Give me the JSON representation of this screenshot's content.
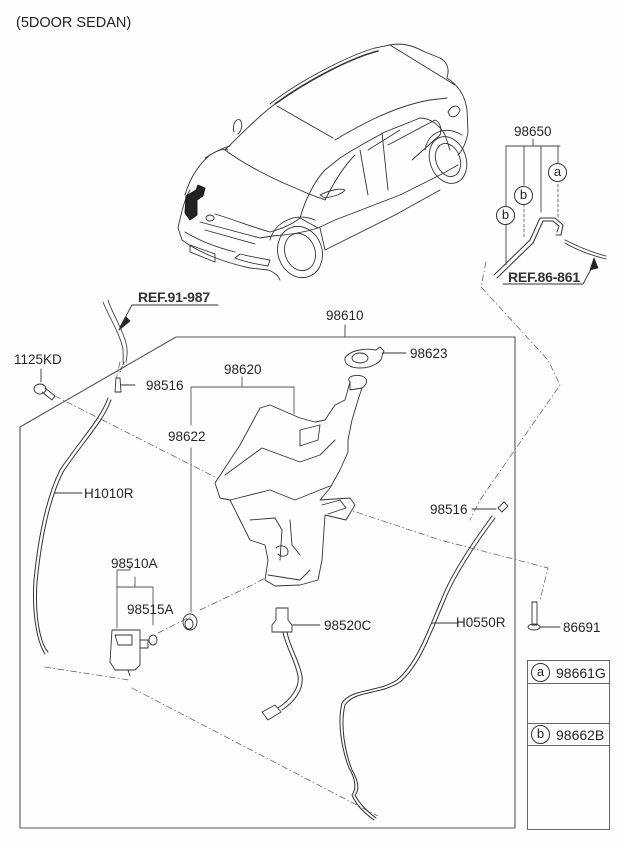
{
  "title": "(5DOOR SEDAN)",
  "references": {
    "ref_washer_left": "REF.91-987",
    "ref_hose_right": "REF.86-861"
  },
  "parts": {
    "p98650": "98650",
    "p98610": "98610",
    "p98623": "98623",
    "p98620": "98620",
    "p98622": "98622",
    "p98516_left": "98516",
    "p98516_right": "98516",
    "p1125KD": "1125KD",
    "pH1010R": "H1010R",
    "p98510A": "98510A",
    "p98515A": "98515A",
    "p98520C": "98520C",
    "pH0550R": "H0550R",
    "p86691": "86691"
  },
  "callouts": {
    "a": "a",
    "b1": "b",
    "b2": "b"
  },
  "legend": [
    {
      "marker": "a",
      "code": "98661G"
    },
    {
      "marker": "b",
      "code": "98662B"
    }
  ]
}
